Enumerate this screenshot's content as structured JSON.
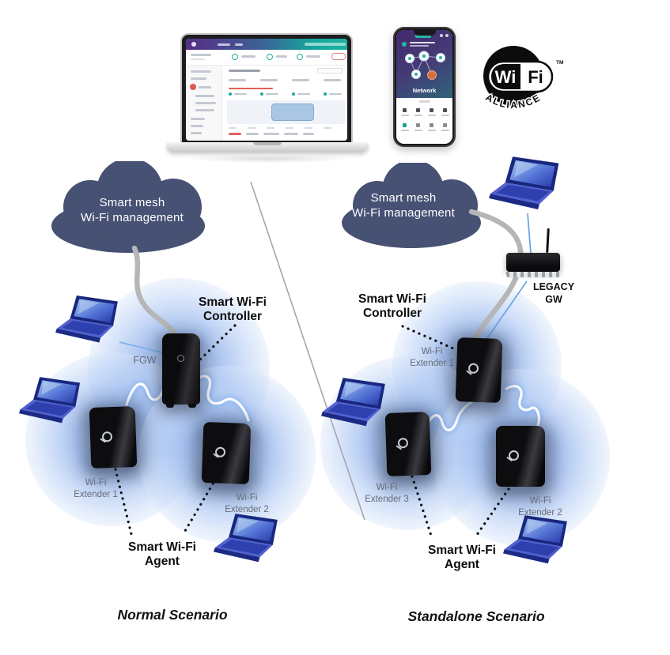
{
  "wifi_alliance": {
    "wi": "Wi",
    "fi": "Fi",
    "tm": "TM",
    "alliance": "ALLIANCE"
  },
  "phone": {
    "network_label": "Network"
  },
  "left": {
    "cloud_line1": "Smart mesh",
    "cloud_line2": "Wi-Fi management",
    "controller_line1": "Smart Wi-Fi",
    "controller_line2": "Controller",
    "gateway_label": "FGW",
    "extender1_line1": "Wi-Fi",
    "extender1_line2": "Extender 1",
    "extender2_line1": "Wi-Fi",
    "extender2_line2": "Extender 2",
    "agent_line1": "Smart Wi-Fi",
    "agent_line2": "Agent",
    "caption": "Normal Scenario"
  },
  "right": {
    "cloud_line1": "Smart mesh",
    "cloud_line2": "Wi-Fi management",
    "controller_line1": "Smart Wi-Fi",
    "controller_line2": "Controller",
    "legacy_line1": "LEGACY",
    "legacy_line2": "GW",
    "extender1_line1": "Wi-Fi",
    "extender1_line2": "Extender 1",
    "extender3_line1": "Wi-Fi",
    "extender3_line2": "Extender 3",
    "extender2_line1": "Wi-Fi",
    "extender2_line2": "Extender 2",
    "agent_line1": "Smart Wi-Fi",
    "agent_line2": "Agent",
    "caption": "Standalone Scenario"
  },
  "colors": {
    "cloud": "#475173",
    "coverage_blue": "#a9c3ee",
    "accent_teal": "#17a398",
    "accent_purple": "#552c86",
    "alert_red": "#e2574d",
    "laptop_blue": "#2e3fae",
    "device_black": "#121214",
    "cable_gray": "#b6b6b6",
    "link_blue": "#6fa5e8",
    "label_gray": "#656b78",
    "text_black": "#0d0d0d"
  }
}
